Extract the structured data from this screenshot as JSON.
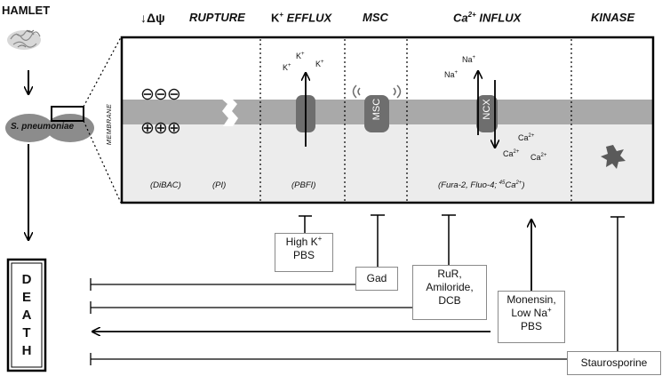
{
  "hamlet_label": "HAMLET",
  "bacterium_label": "S. pneumoniae",
  "membrane_label": "MEMBRANE",
  "columns": {
    "depolarization": "↓Δψ",
    "rupture": "RUPTURE",
    "k_efflux_k": "K",
    "k_efflux_sup": "+",
    "k_efflux_rest": " EFFLUX",
    "msc": "MSC",
    "ca_influx_ca": "Ca",
    "ca_influx_sup": "2+",
    "ca_influx_rest": " INFLUX",
    "kinase": "KINASE"
  },
  "charges": {
    "negative": "⊖⊖⊖",
    "positive": "⊕⊕⊕"
  },
  "ions": {
    "k_plus": "K",
    "na_plus": "Na",
    "ca_2plus": "Ca",
    "plus": "+",
    "two_plus": "2+"
  },
  "channels": {
    "msc": "MSC",
    "ncx": "NCX"
  },
  "probes": {
    "dibac": "(DiBAC)",
    "pi": "(PI)",
    "pbfi": "(PBFI)",
    "fura_prefix": "(Fura-2, Fluo-4; ",
    "fura_sup": "45",
    "fura_mid": "Ca",
    "fura_sup2": "2+",
    "fura_suffix": ")"
  },
  "inhibitors": {
    "high_k_line1": "High K",
    "high_k_sup": "+",
    "high_k_line2": "PBS",
    "gad": "Gad",
    "rur_line1": "RuR,",
    "rur_line2": "Amiloride,",
    "rur_line3": "DCB",
    "monensin_line1": "Monensin,",
    "monensin_line2": "Low Na",
    "monensin_sup": "+",
    "monensin_line3": "PBS",
    "staurosporine": "Staurosporine"
  },
  "death_letters": [
    "D",
    "E",
    "A",
    "T",
    "H"
  ],
  "colors": {
    "membrane_band": "#a9a9a9",
    "channel_fill": "#6e6e6e",
    "bacterium_fill": "#8c8c8c",
    "kinase_fill": "#5a5a5a",
    "cytoplasm": "#ececec"
  }
}
